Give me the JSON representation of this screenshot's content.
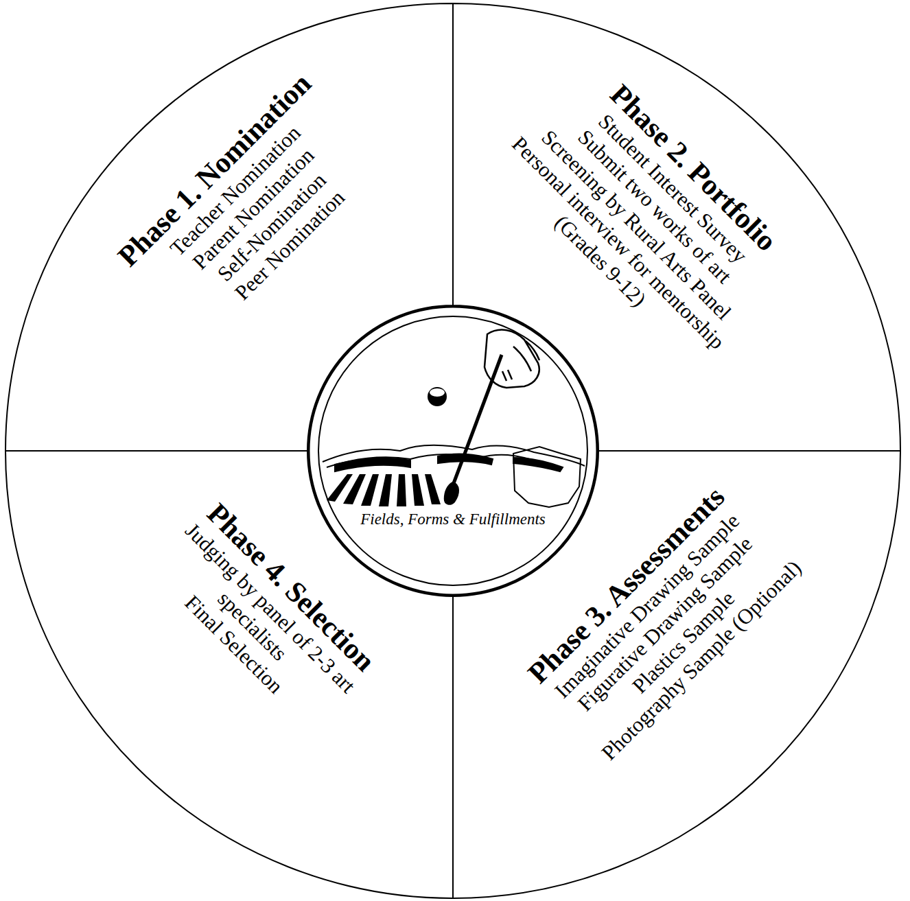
{
  "diagram": {
    "nodes": [
      {
        "text": [
          "Phase 1. Nomination",
          "Teacher Nomination",
          "Parent Nomination",
          "Self-Nomination",
          "Peer Nomination"
        ]
      },
      {
        "text": [
          "Phase 2. Portfolio",
          "Student Interest Survey",
          "Submit two works of art",
          "Screening by Rural Arts Panel",
          "Personal interview for mentorship (Grades 9-12)"
        ]
      },
      {
        "text": [
          "Phase 3. Assessments",
          "Imaginative Drawing Sample",
          "Figurative Drawing Sample",
          "Plastics Sample",
          "Photography Sample (Optional)"
        ]
      },
      {
        "text": [
          "Phase 4. Selection",
          "Judging by panel of 2-3 art specialists",
          "Final Selection"
        ]
      },
      {
        "text": [
          "Fields, Forms & Fulfillments"
        ]
      }
    ]
  }
}
